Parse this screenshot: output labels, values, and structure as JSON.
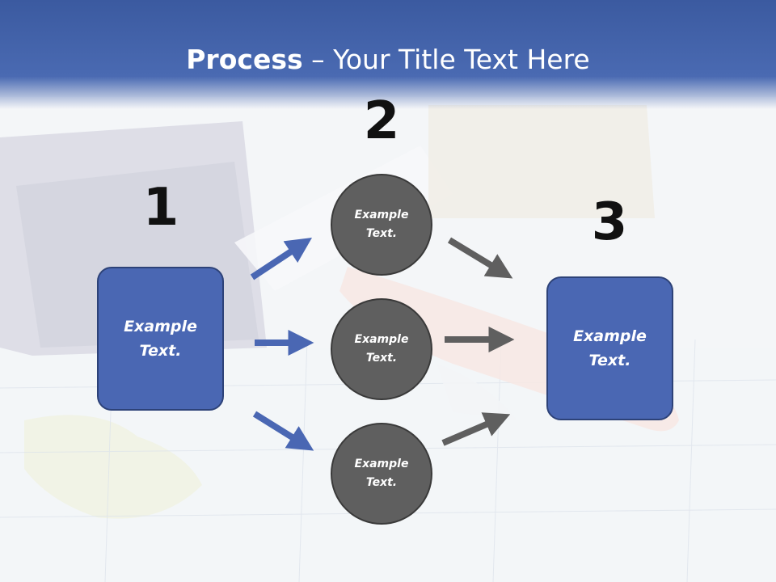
{
  "slide": {
    "title_bold": "Process",
    "title_rest": " – Your Title Text Here"
  },
  "steps": {
    "one": {
      "number": "1",
      "box_text": "Example\nText."
    },
    "two": {
      "number": "2",
      "circle_top": "Example\nText.",
      "circle_mid": "Example\nText.",
      "circle_bottom": "Example\nText."
    },
    "three": {
      "number": "3",
      "box_text": "Example\nText."
    }
  },
  "colors": {
    "title_band": "#4a6ab2",
    "box_fill": "#4a67b3",
    "circle_fill": "#5f5f5f",
    "blue_arrow": "#4a67b3",
    "gray_arrow": "#5f5f5f"
  }
}
